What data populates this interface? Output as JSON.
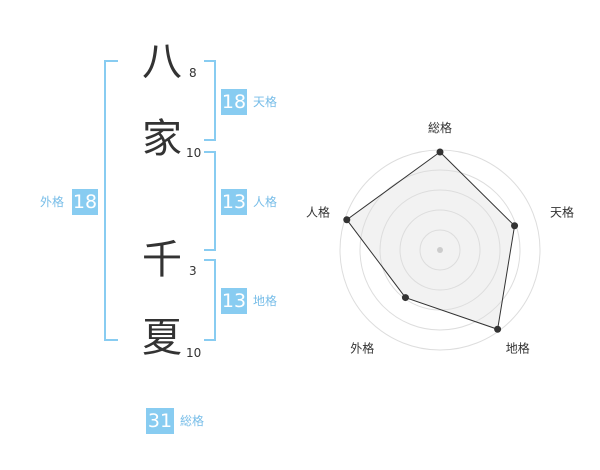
{
  "name": {
    "chars": [
      {
        "char": "八",
        "strokes": "8"
      },
      {
        "char": "家",
        "strokes": "10"
      },
      {
        "char": "千",
        "strokes": "3"
      },
      {
        "char": "夏",
        "strokes": "10"
      }
    ]
  },
  "kakusu": {
    "tenkaku": {
      "value": "18",
      "label": "天格"
    },
    "jinkaku": {
      "value": "13",
      "label": "人格"
    },
    "chikaku": {
      "value": "13",
      "label": "地格"
    },
    "gaikaku": {
      "value": "18",
      "label": "外格"
    },
    "soukaku": {
      "value": "31",
      "label": "総格"
    }
  },
  "colors": {
    "accent": "#88ccf1",
    "bracket": "#88ccf1",
    "label": "#77bde8",
    "text": "#333333",
    "radar_fill": "#f2f2f2",
    "radar_grid": "#dddddd"
  },
  "chart_data": {
    "type": "radar",
    "axes": [
      "総格",
      "天格",
      "地格",
      "外格",
      "人格"
    ],
    "levels": 5,
    "values": [
      5,
      4,
      5,
      3,
      5
    ],
    "max": 5
  }
}
